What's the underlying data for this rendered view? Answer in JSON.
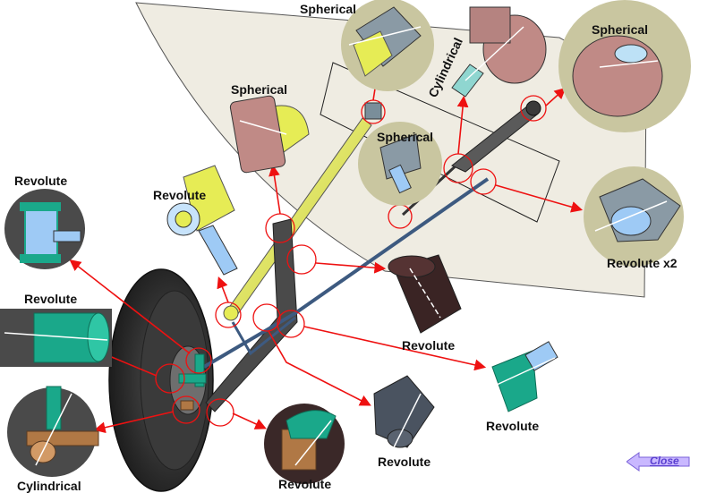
{
  "labels": {
    "spherical_top": "Spherical",
    "cylindrical_top": "Cylindrical",
    "spherical_right": "Spherical",
    "spherical_left": "Spherical",
    "spherical_center": "Spherical",
    "revolute_far_left": "Revolute",
    "revolute_yellow": "Revolute",
    "revolute_x2": "Revolute x2",
    "revolute_left_mid": "Revolute",
    "revolute_center": "Revolute",
    "revolute_right_mid": "Revolute",
    "cylindrical_bottom": "Cylindrical",
    "revolute_bottom_left": "Revolute",
    "revolute_bottom_center": "Revolute"
  },
  "close_button": {
    "label": "Close"
  },
  "colors": {
    "callout_red": "#ee1111",
    "chassis_panel": "#efece2",
    "spring_yellow": "#e6ec55",
    "joint_teal": "#1aa88a",
    "joint_blue": "#9ecaf5",
    "joint_pink": "#c08a86",
    "tire_dark": "#2a2a2a",
    "close_purple": "#c9b8ff"
  }
}
